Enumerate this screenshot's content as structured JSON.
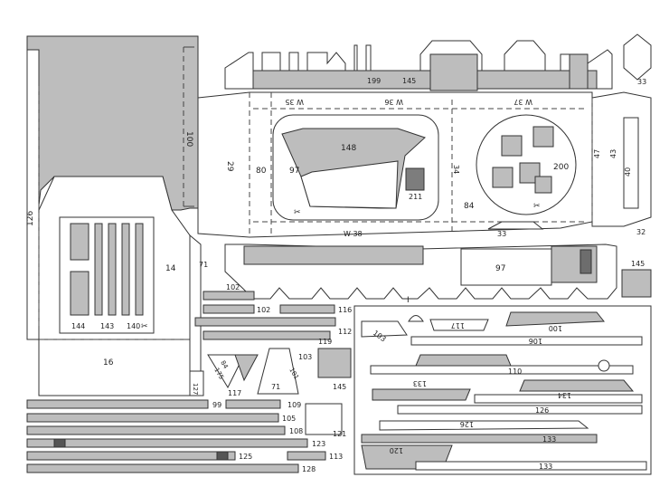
{
  "sheet": {
    "colors": {
      "paper": "#ffffff",
      "part_fill": "#bdbdbd",
      "dark_fill": "#9a9a9a",
      "line": "#333333",
      "dash": "#444444"
    },
    "markers": {
      "section": "I",
      "cut": "✂"
    },
    "labels": {
      "p100": "100",
      "p126_left": "126",
      "p14": "14",
      "p71": "71",
      "p16": "16",
      "p144": "144",
      "p143": "143",
      "p140": "140",
      "p29": "29",
      "p80": "80",
      "p97_deck": "97",
      "p148": "148",
      "p211": "211",
      "p34": "34",
      "p84": "84",
      "p200": "200",
      "p47": "47",
      "p43": "43",
      "p40": "40",
      "p32": "32",
      "p33_top": "33",
      "p33_mid": "33",
      "w35": "W 35",
      "w36": "W 36",
      "w37": "W 37",
      "w38": "W 38",
      "p199": "199",
      "p145_top": "145",
      "p97_lower": "97",
      "p145_right": "145",
      "p102_a": "102",
      "p102_b": "102",
      "p116": "116",
      "p119": "119",
      "p112": "112",
      "p117": "117",
      "p175": "175",
      "p84_small": "84",
      "p101": "101",
      "p71_small": "71",
      "p103": "103",
      "p145_mid": "145",
      "p127": "127",
      "p99": "99",
      "p109": "109",
      "p105": "105",
      "p108": "108",
      "p121": "121",
      "p123": "123",
      "p125": "125",
      "p113": "113",
      "p128": "128",
      "r103": "103",
      "r117": "117",
      "r100": "100",
      "r106": "106",
      "r110": "110",
      "r133_a": "133",
      "r134": "134",
      "r126_a": "126",
      "r126_b": "126",
      "r133_b": "133",
      "r120": "120",
      "r133_c": "133"
    }
  }
}
